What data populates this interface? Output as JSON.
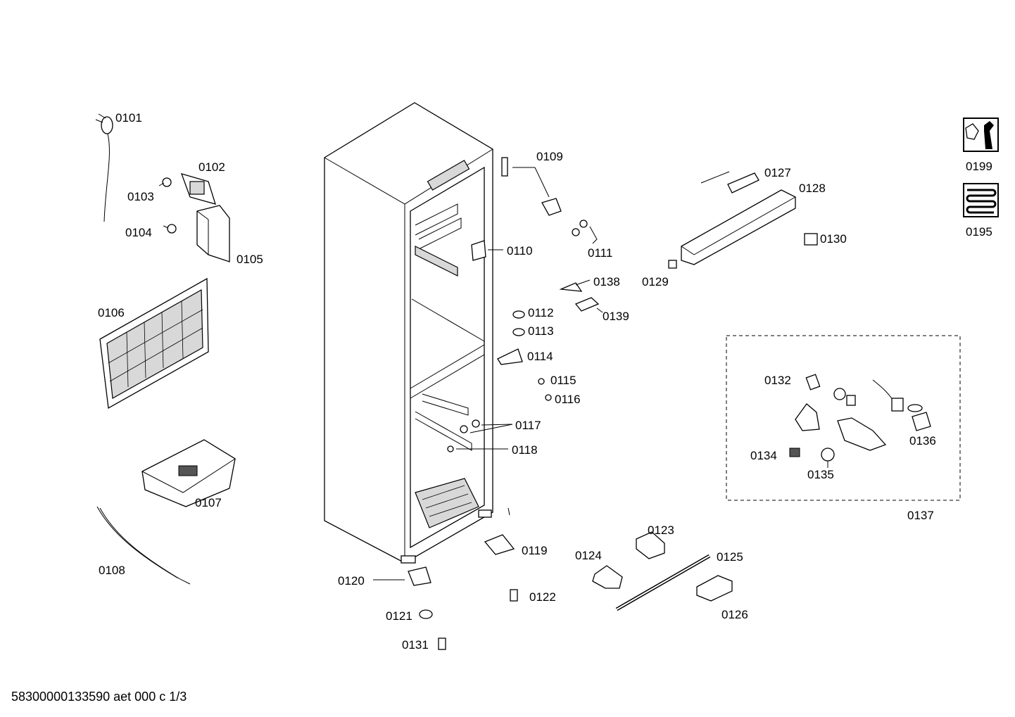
{
  "diagram": {
    "footer": "58300000133590 aet 000 c 1/3",
    "labels": {
      "p0101": "0101",
      "p0102": "0102",
      "p0103": "0103",
      "p0104": "0104",
      "p0105": "0105",
      "p0106": "0106",
      "p0107": "0107",
      "p0108": "0108",
      "p0109": "0109",
      "p0110": "0110",
      "p0111": "0111",
      "p0112": "0112",
      "p0113": "0113",
      "p0114": "0114",
      "p0115": "0115",
      "p0116": "0116",
      "p0117": "0117",
      "p0118": "0118",
      "p0119": "0119",
      "p0120": "0120",
      "p0121": "0121",
      "p0122": "0122",
      "p0123": "0123",
      "p0124": "0124",
      "p0125": "0125",
      "p0126": "0126",
      "p0127": "0127",
      "p0128": "0128",
      "p0129": "0129",
      "p0130": "0130",
      "p0131": "0131",
      "p0132": "0132",
      "p0134": "0134",
      "p0135": "0135",
      "p0136": "0136",
      "p0137": "0137",
      "p0138": "0138",
      "p0139": "0139",
      "p0195": "0195",
      "p0199": "0199"
    },
    "icons": [
      "wrench-nut-icon",
      "heating-coil-icon"
    ]
  }
}
